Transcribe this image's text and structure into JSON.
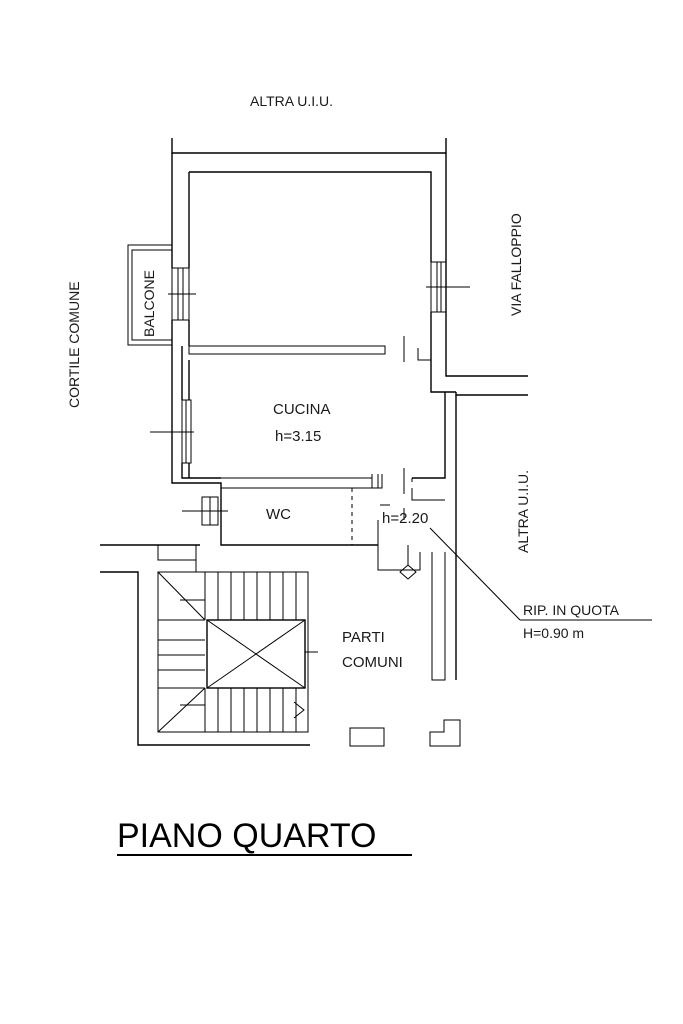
{
  "labels": {
    "north": "ALTRA U.I.U.",
    "west": "CORTILE COMUNE",
    "east_top": "VIA FALLOPPIO",
    "east_bottom": "ALTRA U.I.U.",
    "balcony": "BALCONE",
    "kitchen": "CUCINA",
    "kitchen_height": "h=3.15",
    "wc": "WC",
    "wc_height": "h=2.20",
    "common_line1": "PARTI",
    "common_line2": "COMUNI",
    "note_line1": "RIP. IN QUOTA",
    "note_line2": "H=0.90 m"
  },
  "title": "PIANO QUARTO"
}
